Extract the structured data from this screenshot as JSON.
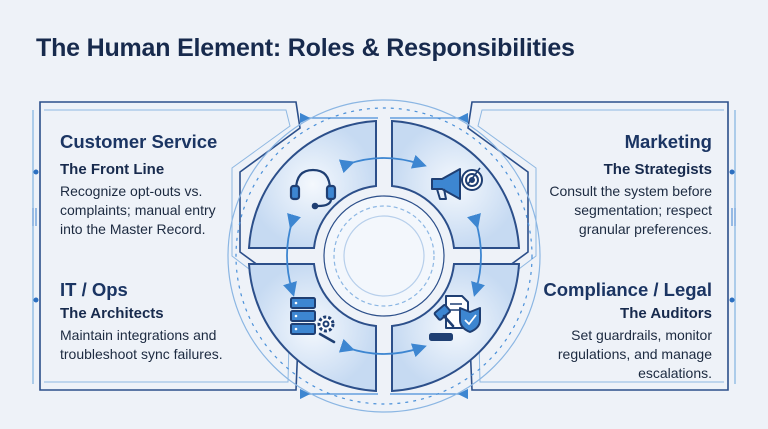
{
  "title": "The Human Element: Roles & Responsibilities",
  "roles": [
    {
      "name": "Customer Service",
      "subtitle": "The Front Line",
      "description": [
        "Recognize opt-outs vs.",
        "complaints; manual entry",
        "into the Master Record."
      ],
      "icon": "headset-icon"
    },
    {
      "name": "Marketing",
      "subtitle": "The Strategists",
      "description": [
        "Consult the system before",
        "segmentation; respect",
        "granular preferences."
      ],
      "icon": "megaphone-target-icon"
    },
    {
      "name": "IT / Ops",
      "subtitle": "The Architects",
      "description": [
        "Maintain integrations and",
        "troubleshoot sync failures."
      ],
      "icon": "server-gear-icon"
    },
    {
      "name": "Compliance / Legal",
      "subtitle": "The Auditors",
      "description": [
        "Set guardrails, monitor",
        "regulations, and manage",
        "escalations."
      ],
      "icon": "gavel-shield-icon"
    }
  ],
  "colors": {
    "background": "#eef2f8",
    "title": "#172a4d",
    "frame": "#2c4f8a",
    "accent": "#4a90d9",
    "quadrant_fill": "#c9dcf3"
  }
}
